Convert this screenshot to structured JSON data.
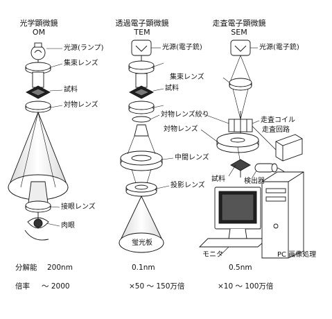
{
  "columns": {
    "om": {
      "title": "光学顕微鏡",
      "abbr": "OM"
    },
    "tem": {
      "title": "透過電子顕微鏡",
      "abbr": "TEM"
    },
    "sem": {
      "title": "走査電子顕微鏡",
      "abbr": "SEM"
    }
  },
  "labels": {
    "light_source": "光源(ランプ)",
    "condenser": "集束レンズ",
    "specimen": "試料",
    "objective": "対物レンズ",
    "eyepiece": "接眼レンズ",
    "eye": "肉眼",
    "electron_gun": "光源(電子銃)",
    "objective_aperture": "対物レンズ絞り",
    "intermediate": "中間レンズ",
    "projector": "投影レンズ",
    "screen": "蛍光板",
    "sem_condenser": "集束レンズ",
    "scan_coil": "走査コイル",
    "scan_circuit": "走査回路",
    "sem_objective": "対物レンズ",
    "sem_specimen": "試料",
    "detector": "検出器",
    "monitor": "モニタ",
    "pc": "PC 画像処理"
  },
  "stats": {
    "resolution_label": "分解能",
    "magnification_label": "倍率",
    "om_resolution": "200nm",
    "tem_resolution": "0.1nm",
    "sem_resolution": "0.5nm",
    "om_magnification": "～ 2000",
    "tem_magnification": "×50 ～ 150万倍",
    "sem_magnification": "×10 ～ 100万倍"
  }
}
